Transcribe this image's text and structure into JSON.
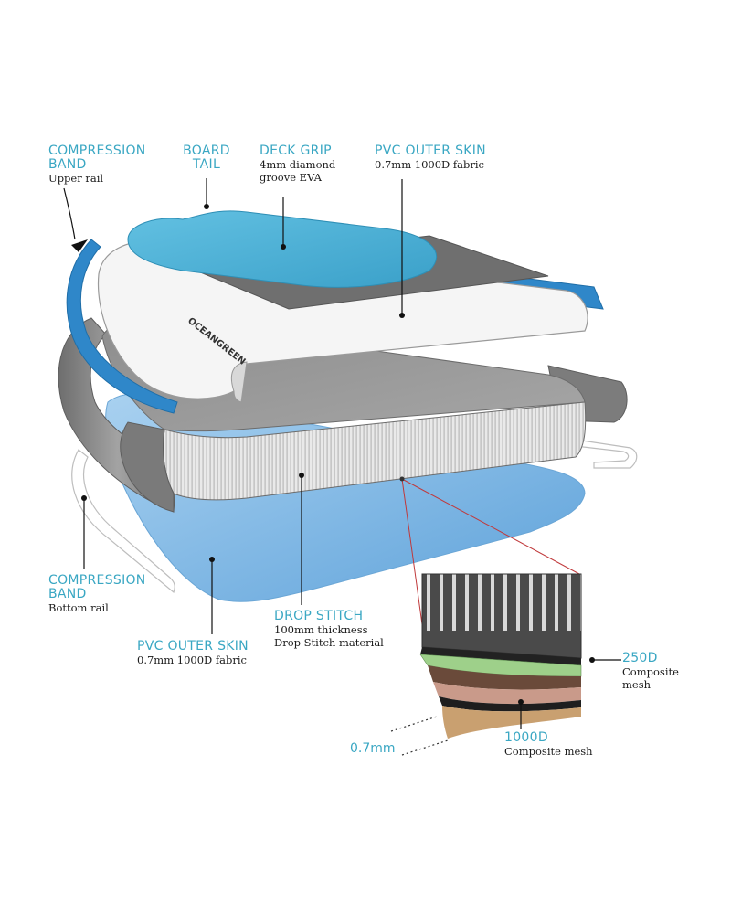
{
  "labels": {
    "compression_band_upper": {
      "heading_line1": "COMPRESSION",
      "heading_line2": "BAND",
      "detail": "Upper rail"
    },
    "board_tail": {
      "heading_line1": "BOARD",
      "heading_line2": "TAIL"
    },
    "deck_grip": {
      "heading": "DECK GRIP",
      "detail_line1": "4mm diamond",
      "detail_line2": "groove EVA"
    },
    "pvc_outer_skin_top": {
      "heading": "PVC OUTER SKIN",
      "detail": "0.7mm 1000D fabric"
    },
    "compression_band_bottom": {
      "heading_line1": "COMPRESSION",
      "heading_line2": "BAND",
      "detail": "Bottom rail"
    },
    "pvc_outer_skin_bottom": {
      "heading": "PVC OUTER SKIN",
      "detail": "0.7mm 1000D fabric"
    },
    "drop_stitch": {
      "heading": "DROP STITCH",
      "detail_line1": "100mm thickness",
      "detail_line2": "Drop Stitch material"
    },
    "mesh_250d": {
      "heading": "250D",
      "detail_line1": "Composite",
      "detail_line2": "mesh"
    },
    "mesh_1000d": {
      "heading": "1000D",
      "detail": "Composite mesh"
    },
    "thickness": {
      "value": "0.7mm"
    }
  },
  "brand_text": "OCEANGREEN",
  "colors": {
    "label_heading": "#3aa7c3",
    "deck_pad": "#4fb3d6",
    "band_blue": "#2f87c9",
    "gray_band": "#8a8a8a",
    "bottom_skin": "#7fb6e3",
    "mesh_green": "#9ed08a",
    "callout_red": "#c0393b"
  }
}
